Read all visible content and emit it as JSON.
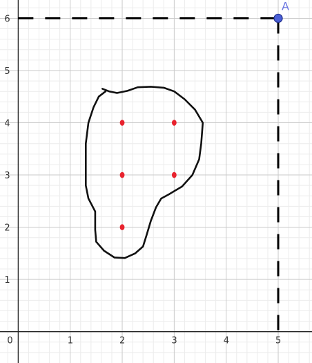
{
  "chart_data": {
    "type": "scatter",
    "xlim": [
      -0.35,
      5.65
    ],
    "ylim": [
      -0.6,
      6.35
    ],
    "x_ticks": [
      "0",
      "1",
      "2",
      "3",
      "4",
      "5"
    ],
    "y_ticks": [
      "1",
      "2",
      "3",
      "4",
      "5",
      "6"
    ],
    "grid": true,
    "minor_grid_per_unit": 5,
    "point": {
      "label": "A",
      "x": 5,
      "y": 6,
      "color": "#4a5fd6"
    },
    "dashed_lines": [
      {
        "from": [
          0,
          6
        ],
        "to": [
          5,
          6
        ]
      },
      {
        "from": [
          5,
          6
        ],
        "to": [
          5,
          0
        ]
      }
    ],
    "red_points": [
      {
        "x": 2,
        "y": 4
      },
      {
        "x": 3,
        "y": 4
      },
      {
        "x": 2,
        "y": 3
      },
      {
        "x": 3,
        "y": 3
      },
      {
        "x": 2,
        "y": 2
      }
    ],
    "red_color": "#e8232e",
    "curve": [
      [
        1.62,
        4.65
      ],
      [
        1.75,
        4.6
      ],
      [
        1.9,
        4.57
      ],
      [
        2.1,
        4.61
      ],
      [
        2.3,
        4.68
      ],
      [
        2.55,
        4.69
      ],
      [
        2.8,
        4.67
      ],
      [
        3.0,
        4.6
      ],
      [
        3.2,
        4.45
      ],
      [
        3.4,
        4.25
      ],
      [
        3.55,
        4.0
      ],
      [
        3.52,
        3.6
      ],
      [
        3.48,
        3.3
      ],
      [
        3.35,
        3.0
      ],
      [
        3.15,
        2.78
      ],
      [
        2.9,
        2.63
      ],
      [
        2.75,
        2.55
      ],
      [
        2.65,
        2.38
      ],
      [
        2.55,
        2.12
      ],
      [
        2.47,
        1.85
      ],
      [
        2.4,
        1.63
      ],
      [
        2.25,
        1.5
      ],
      [
        2.05,
        1.41
      ],
      [
        1.85,
        1.42
      ],
      [
        1.65,
        1.55
      ],
      [
        1.5,
        1.72
      ],
      [
        1.48,
        1.95
      ],
      [
        1.48,
        2.3
      ],
      [
        1.35,
        2.55
      ],
      [
        1.3,
        2.8
      ],
      [
        1.3,
        3.2
      ],
      [
        1.3,
        3.6
      ],
      [
        1.35,
        4.0
      ],
      [
        1.45,
        4.3
      ],
      [
        1.55,
        4.5
      ],
      [
        1.68,
        4.6
      ]
    ],
    "curve_color": "#111111"
  }
}
